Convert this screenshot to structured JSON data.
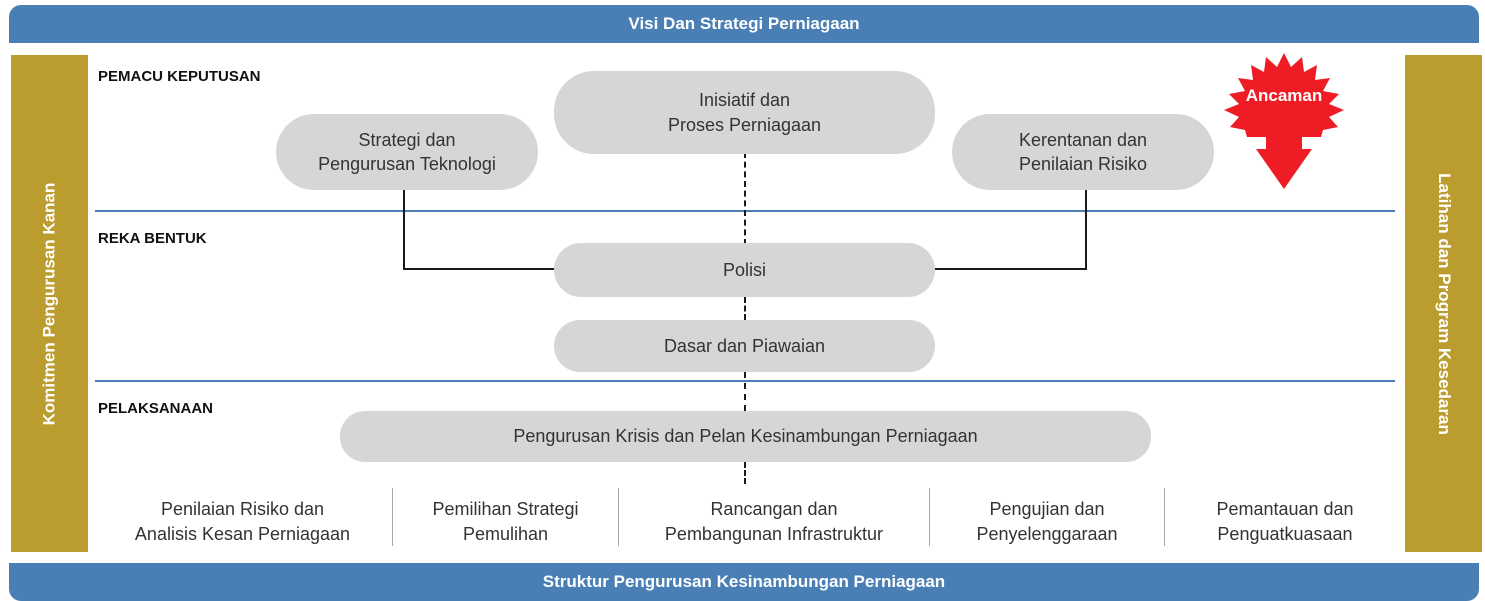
{
  "header": {
    "title": "Visi Dan Strategi Perniagaan"
  },
  "footer": {
    "title": "Struktur Pengurusan Kesinambungan Perniagaan"
  },
  "left_sidebar": {
    "label": "Komitmen Pengurusan Kanan"
  },
  "right_sidebar": {
    "label": "Latihan dan Program Kesedaran"
  },
  "sections": {
    "drivers": "PEMACU KEPUTUSAN",
    "design": "REKA BENTUK",
    "implementation": "PELAKSANAAN"
  },
  "boxes": {
    "tech_strategy": "Strategi dan\nPengurusan Teknologi",
    "business_initiative": "Inisiatif dan\nProses Perniagaan",
    "vulnerability": "Kerentanan dan\nPenilaian Risiko",
    "policy": "Polisi",
    "standards": "Dasar dan Piawaian",
    "crisis": "Pengurusan Krisis dan Pelan Kesinambungan Perniagaan"
  },
  "threat": {
    "label": "Ancaman",
    "color": "#ee1c25"
  },
  "phases": [
    "Penilaian Risiko dan\nAnalisis Kesan Perniagaan",
    "Pemilihan Strategi\nPemulihan",
    "Rancangan dan\nPembangunan Infrastruktur",
    "Pengujian dan\nPenyelenggaraan",
    "Pemantauan dan\nPenguatkuasaan"
  ],
  "colors": {
    "banner": "#4a7fb5",
    "sidebar": "#bb9c2e",
    "box": "#d6d6d6",
    "connector": "#1a1a1a"
  }
}
